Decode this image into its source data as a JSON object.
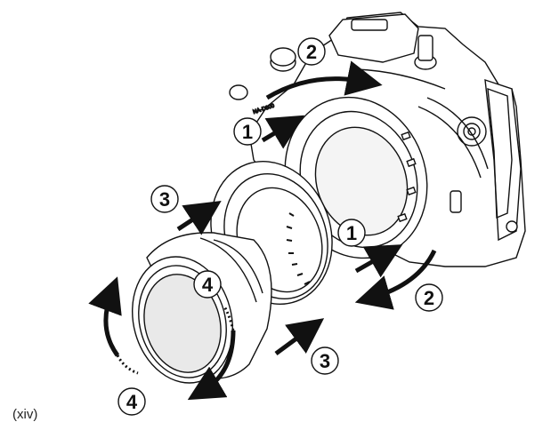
{
  "figure": {
    "caption": "(xiv)",
    "housing_label": "NA-D800",
    "callouts": {
      "step1_top": "1",
      "step1_mid": "1",
      "step2_top": "2",
      "step2_right": "2",
      "step3_left": "3",
      "step3_bottom": "3",
      "step4_port": "4",
      "step4_bottom": "4"
    }
  }
}
